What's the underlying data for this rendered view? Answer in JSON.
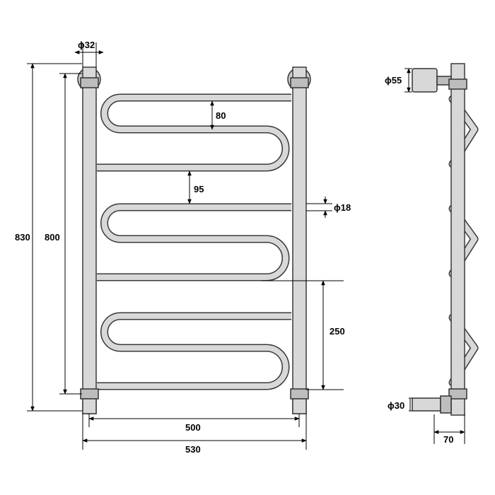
{
  "dimensions": {
    "collector_diameter": "ϕ32",
    "total_height": "830",
    "center_height": "800",
    "loop_gap_top": "80",
    "loop_gap_mid": "95",
    "bar_diameter": "ϕ18",
    "section_height": "250",
    "center_width": "500",
    "total_width": "530",
    "cap_diameter": "ϕ55",
    "connection_diameter": "ϕ30",
    "wall_distance": "70"
  },
  "colors": {
    "pipe_fill": "#d8d8d8",
    "pipe_stroke": "#3a3a3a",
    "fitting_fill": "#bdbdbd",
    "line": "#000000"
  }
}
